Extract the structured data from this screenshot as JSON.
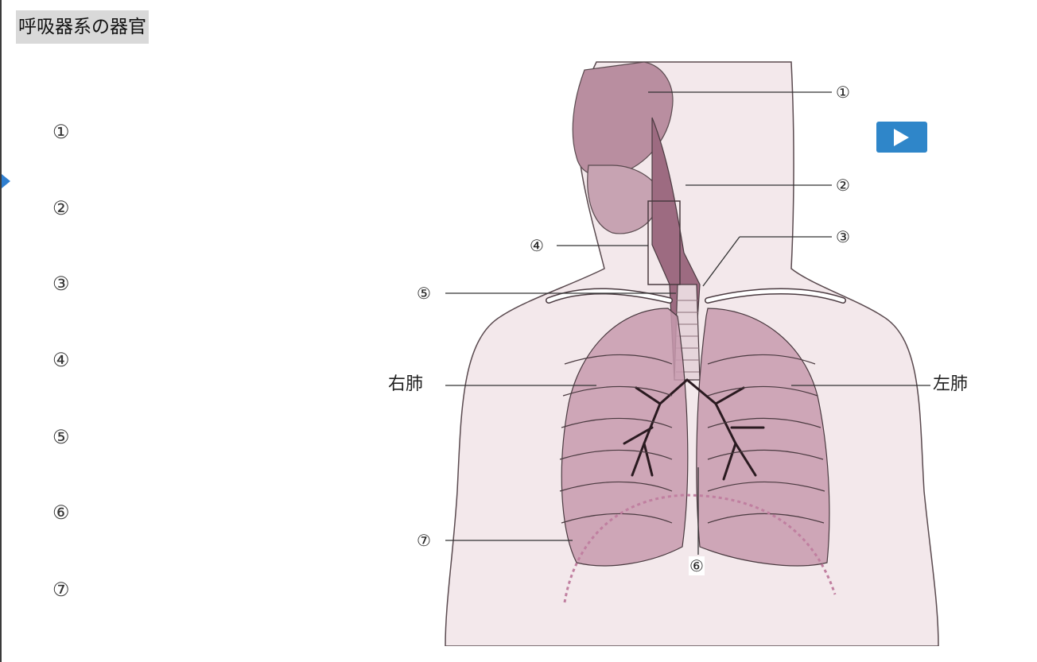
{
  "title": "呼吸器系の器官",
  "answer_slots": [
    "①",
    "②",
    "③",
    "④",
    "⑤",
    "⑥",
    "⑦"
  ],
  "figure": {
    "callouts": [
      "①",
      "②",
      "③",
      "④",
      "⑤",
      "⑥",
      "⑦"
    ],
    "right_lung_label": "右肺",
    "left_lung_label": "左肺"
  },
  "play_icon": "play-icon",
  "colors": {
    "accent": "#2f86c9",
    "lung": "#a9758c",
    "skin": "#f2e6e9"
  }
}
